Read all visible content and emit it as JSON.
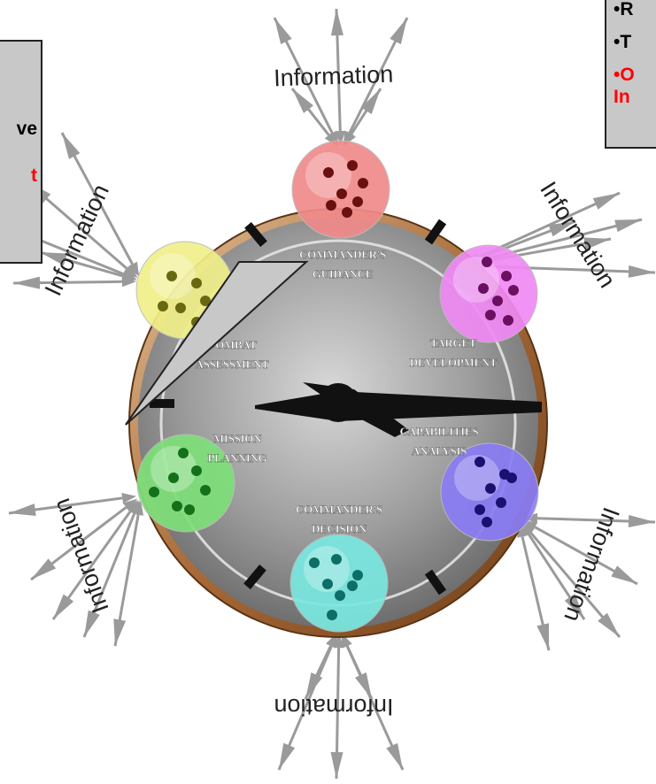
{
  "stages": [
    {
      "key": "guidance",
      "line1": "COMMANDER'S",
      "line2": "GUIDANCE",
      "color": "#f08a8a"
    },
    {
      "key": "target",
      "line1": "TARGET",
      "line2": "DEVELOPMENT",
      "color": "#f08af5"
    },
    {
      "key": "capabilities",
      "line1": "CAPABILITIES",
      "line2": "ANALYSIS",
      "color": "#8a7cf5"
    },
    {
      "key": "decision",
      "line1": "COMMANDER'S",
      "line2": "DECISION",
      "color": "#7ae8e0"
    },
    {
      "key": "mission",
      "line1": "MISSION",
      "line2": "PLANNING",
      "color": "#7ee07a"
    },
    {
      "key": "combat",
      "line1": "COMBAT",
      "line2": "ASSESSMENT",
      "color": "#f0ef8a"
    }
  ],
  "info_label": "Information",
  "left_callout": {
    "line1": "ve",
    "line2": "t"
  },
  "right_callout": {
    "line1": "•R",
    "line2": "•T",
    "line3": "•O",
    "line4": "In"
  },
  "colors": {
    "arrow": "#9a9a9a",
    "clock_face": "#8c8c8c",
    "clock_rim": "#b57a45",
    "callout_bg": "#c8c8c8",
    "highlight_text": "#ff0000"
  }
}
